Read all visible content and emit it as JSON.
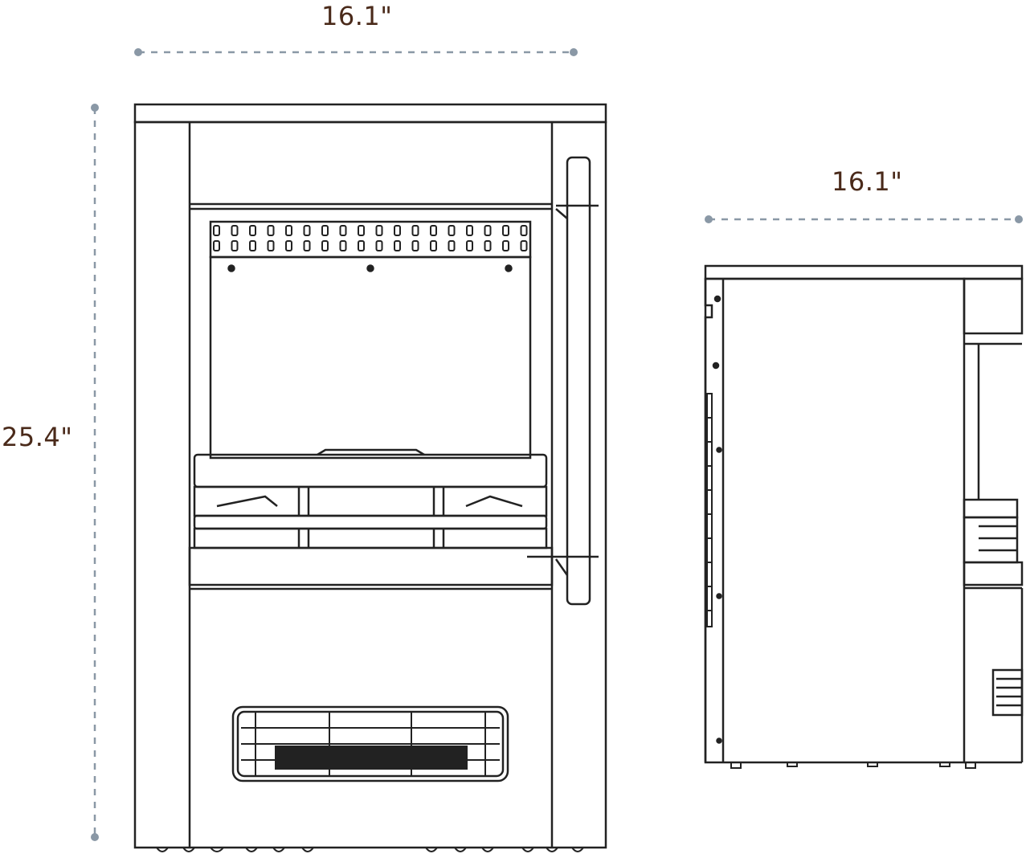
{
  "dimensions": {
    "front_width": "16.1\"",
    "side_depth": "16.1\"",
    "height": "25.4\""
  },
  "colors": {
    "label": "#4a2a1a",
    "dimension_line": "#8a98a6",
    "outline": "#222222"
  }
}
